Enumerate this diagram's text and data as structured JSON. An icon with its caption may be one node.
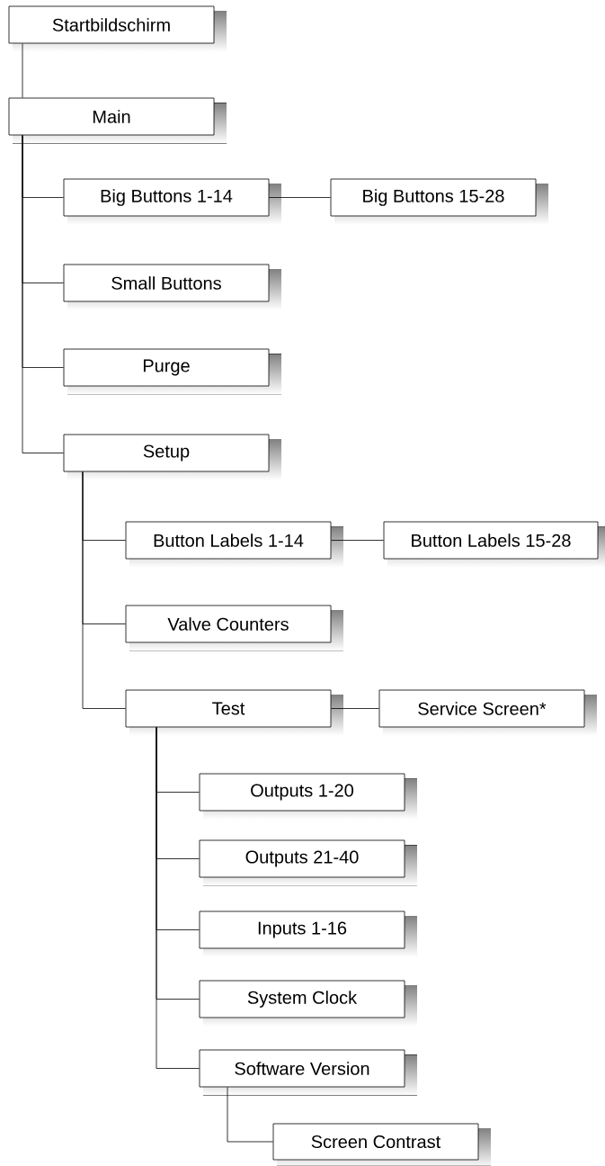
{
  "diagram": {
    "nodes": [
      {
        "text": [
          "Startbildschirm"
        ]
      },
      {
        "text": [
          "Main"
        ]
      },
      {
        "text": [
          "Big Buttons 1-14"
        ]
      },
      {
        "text": [
          "Big Buttons 15-28"
        ]
      },
      {
        "text": [
          "Small Buttons"
        ]
      },
      {
        "text": [
          "Purge"
        ]
      },
      {
        "text": [
          "Setup"
        ]
      },
      {
        "text": [
          "Button Labels 1-14"
        ]
      },
      {
        "text": [
          "Button Labels 15-28"
        ]
      },
      {
        "text": [
          "Valve Counters"
        ]
      },
      {
        "text": [
          "Test"
        ]
      },
      {
        "text": [
          "Service Screen*"
        ]
      },
      {
        "text": [
          "Outputs 1-20"
        ]
      },
      {
        "text": [
          "Outputs 21-40"
        ]
      },
      {
        "text": [
          "Inputs 1-16"
        ]
      },
      {
        "text": [
          "System Clock"
        ]
      },
      {
        "text": [
          "Software Version"
        ]
      },
      {
        "text": [
          "Screen Contrast"
        ]
      }
    ],
    "edges": [
      {
        "from": 0,
        "to": 1,
        "arrow": "none"
      },
      {
        "from": 1,
        "to": 2,
        "arrow": "none"
      },
      {
        "from": 2,
        "to": 3,
        "arrow": "none"
      },
      {
        "from": 1,
        "to": 4,
        "arrow": "none"
      },
      {
        "from": 1,
        "to": 5,
        "arrow": "none"
      },
      {
        "from": 1,
        "to": 6,
        "arrow": "none"
      },
      {
        "from": 6,
        "to": 7,
        "arrow": "none"
      },
      {
        "from": 7,
        "to": 8,
        "arrow": "none"
      },
      {
        "from": 6,
        "to": 9,
        "arrow": "none"
      },
      {
        "from": 6,
        "to": 10,
        "arrow": "none"
      },
      {
        "from": 10,
        "to": 11,
        "arrow": "none"
      },
      {
        "from": 10,
        "to": 12,
        "arrow": "none"
      },
      {
        "from": 10,
        "to": 13,
        "arrow": "none"
      },
      {
        "from": 10,
        "to": 14,
        "arrow": "none"
      },
      {
        "from": 10,
        "to": 15,
        "arrow": "none"
      },
      {
        "from": 10,
        "to": 16,
        "arrow": "none"
      },
      {
        "from": 16,
        "to": 17,
        "arrow": "none"
      }
    ]
  }
}
